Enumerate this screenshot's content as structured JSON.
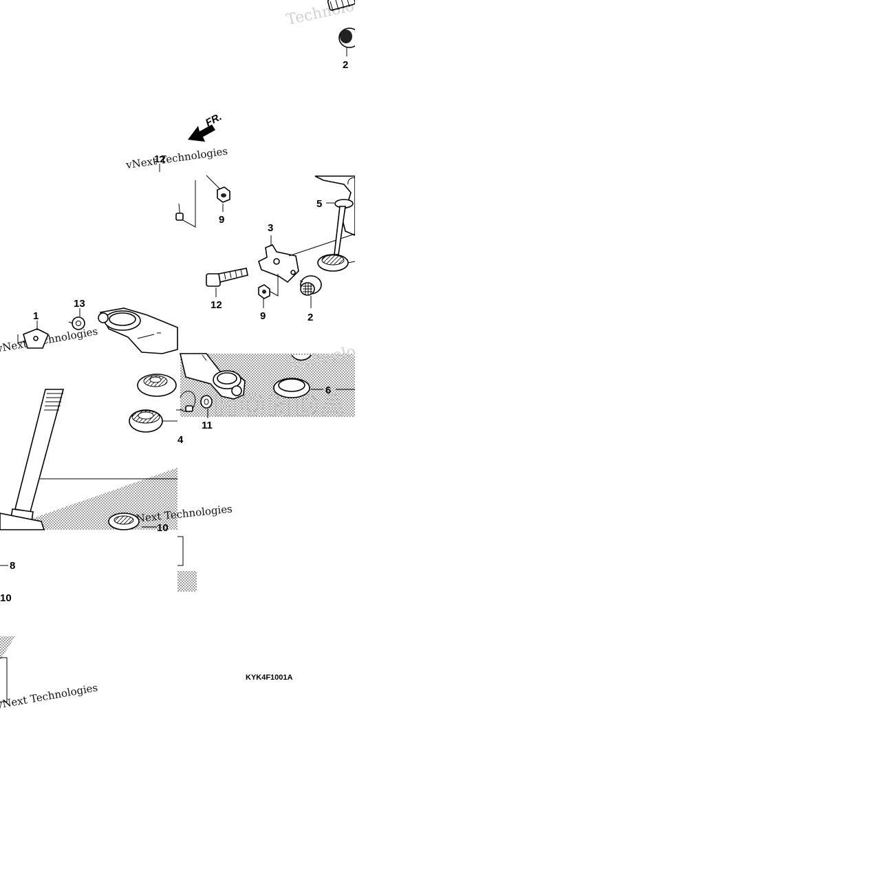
{
  "callouts": {
    "c1": "1",
    "c2a": "2",
    "c2b": "2",
    "c3": "3",
    "c4": "4",
    "c5": "5",
    "c6": "6",
    "c8": "8",
    "c9a": "9",
    "c9b": "9",
    "c10a": "10",
    "c10b": "10",
    "c11": "11",
    "c12a": "12",
    "c12b": "12",
    "c13": "13"
  },
  "front_arrow_label": "FR.",
  "diagram_code": "KYK4F1001A",
  "watermark": {
    "brand": "HONDA",
    "text_a": "vNext Technologies",
    "text_b": "Technologies"
  }
}
